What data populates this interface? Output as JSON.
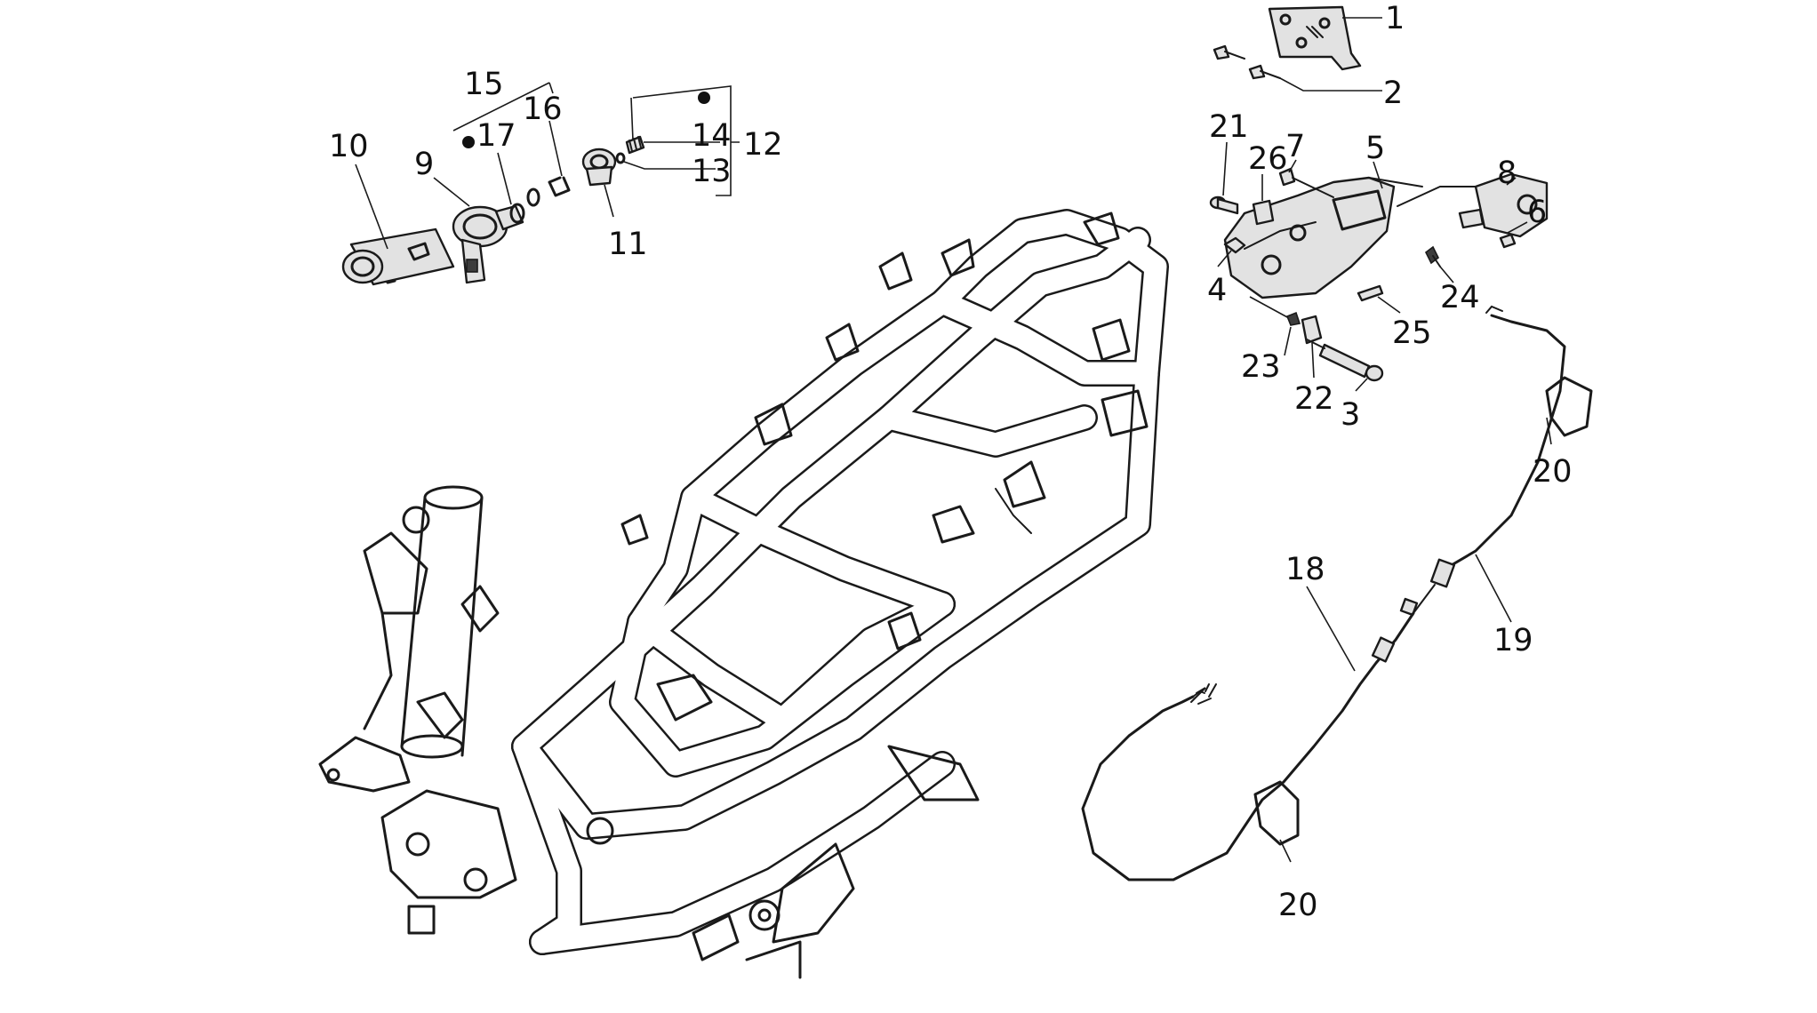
{
  "callouts": {
    "c1": "1",
    "c2": "2",
    "c3": "3",
    "c4": "4",
    "c5": "5",
    "c6": "6",
    "c7": "7",
    "c8": "8",
    "c9": "9",
    "c10": "10",
    "c11": "11",
    "c12": "12",
    "c13": "13",
    "c14": "14",
    "c15": "15",
    "c16": "16",
    "c17": "17",
    "c18": "18",
    "c19": "19",
    "c20a": "20",
    "c20b": "20",
    "c21": "21",
    "c22": "22",
    "c23": "23",
    "c24": "24",
    "c25": "25",
    "c26": "26"
  },
  "colors": {
    "line": "#1a1a1a",
    "background": "#ffffff",
    "shade": "#e2e2e2"
  }
}
